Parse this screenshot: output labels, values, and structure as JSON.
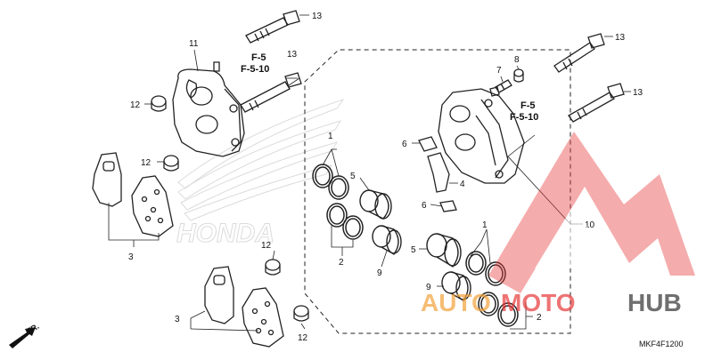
{
  "diagram": {
    "part_code": "MKF4F1200",
    "fr_label": "FR.",
    "ref_left": [
      "F-5",
      "F-5-10"
    ],
    "ref_right": [
      "F-5",
      "F-5-10"
    ],
    "callouts": {
      "c11": "11",
      "c13a": "13",
      "c13b": "13",
      "c12a": "12",
      "c12b": "12",
      "c3a": "3",
      "c1a": "1",
      "c5a": "5",
      "c2a": "2",
      "c9a": "9",
      "c12c": "12",
      "c3b": "3",
      "c12d": "12",
      "c13c": "13",
      "c13d": "13",
      "c7": "7",
      "c8": "8",
      "c6a": "6",
      "c4": "4",
      "c6b": "6",
      "c10": "10",
      "c1b": "1",
      "c5b": "5",
      "c9b": "9",
      "c2b": "2"
    },
    "watermark": {
      "brand": "HONDA",
      "text_auto": "AUTO",
      "text_moto": "MOTO",
      "text_hub": "HUB",
      "color_red": "#e83a3a",
      "color_orange": "#f2a23a",
      "color_dark": "#333333"
    }
  }
}
